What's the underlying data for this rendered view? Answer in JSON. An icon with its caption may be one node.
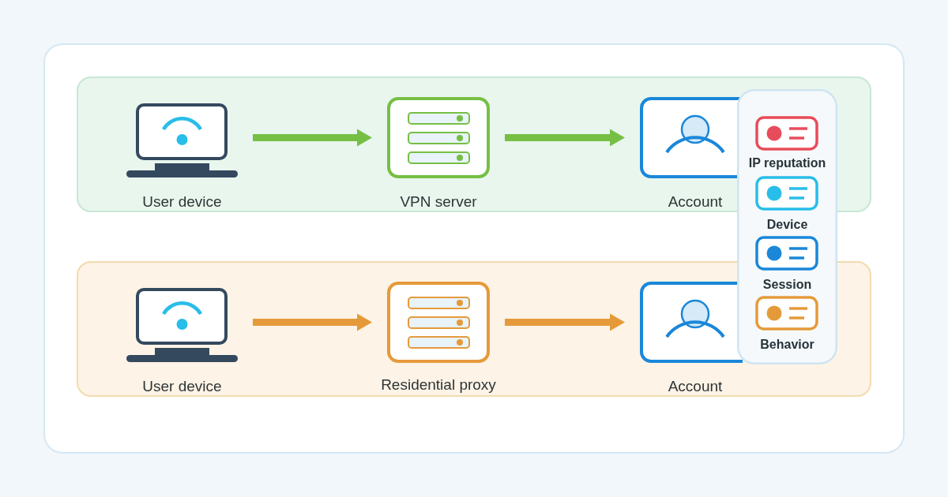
{
  "diagram": {
    "nodes": [
      {
        "text": [
          "User device"
        ]
      },
      {
        "text": [
          "VPN server"
        ]
      },
      {
        "text": [
          "Account"
        ]
      },
      {
        "text": [
          "User device"
        ]
      },
      {
        "text": [
          "Residential proxy"
        ]
      },
      {
        "text": [
          "Account"
        ]
      },
      {
        "text": [],
        "shape": "box"
      },
      {
        "text": [
          "IP reputation"
        ],
        "in": 6
      },
      {
        "text": [
          "Device"
        ],
        "in": 6
      },
      {
        "text": [
          "Session"
        ],
        "in": 6
      },
      {
        "text": [
          "Behavior"
        ],
        "in": 6
      }
    ],
    "edges": [
      {
        "from": 0,
        "to": 1,
        "arrow": "to",
        "color": "#76bf44"
      },
      {
        "from": 1,
        "to": 2,
        "arrow": "to",
        "color": "#76bf44"
      },
      {
        "from": 3,
        "to": 4,
        "arrow": "to",
        "color": "#e59a3a"
      },
      {
        "from": 4,
        "to": 5,
        "arrow": "to",
        "color": "#e59a3a"
      }
    ]
  }
}
